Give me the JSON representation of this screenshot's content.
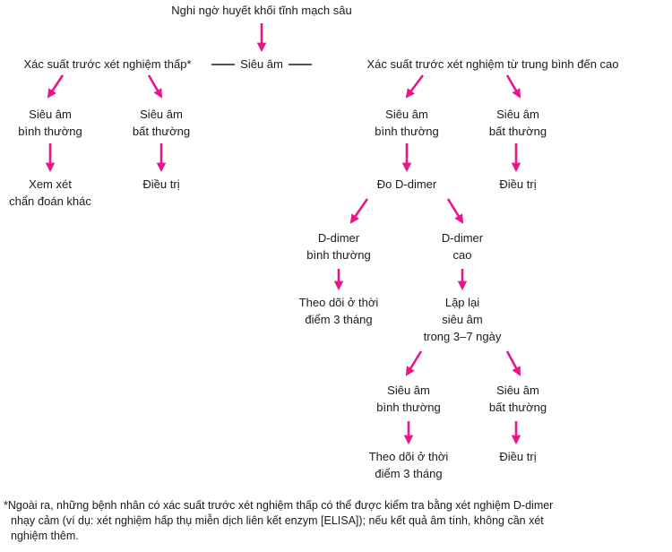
{
  "colors": {
    "arrow": "#e8168b",
    "text": "#1a1a1a",
    "connector": "#1a1a1a"
  },
  "top": {
    "suspect": "Nghi ngờ huyết khối tĩnh mạch sâu",
    "ultrasound": "Siêu âm"
  },
  "left_branch": {
    "header": "Xác suất trước xét nghiệm thấp*",
    "normal": [
      "Siêu âm",
      "bình thường"
    ],
    "abnormal": [
      "Siêu âm",
      "bất thường"
    ],
    "normal_next": [
      "Xem xét",
      "chẩn đoán khác"
    ],
    "abnormal_next": "Điều trị"
  },
  "right_branch": {
    "header": "Xác suất trước xét nghiệm từ trung bình đến cao",
    "normal": [
      "Siêu âm",
      "bình thường"
    ],
    "abnormal": [
      "Siêu âm",
      "bất thường"
    ],
    "abnormal_next": "Điều trị",
    "ddimer": "Đo D-dimer",
    "ddimer_normal": [
      "D-dimer",
      "bình thường"
    ],
    "ddimer_high": [
      "D-dimer",
      "cao"
    ],
    "followup": [
      "Theo dõi ở thời",
      "điểm 3 tháng"
    ],
    "repeat": [
      "Lặp lại",
      "siêu âm",
      "trong 3–7 ngày"
    ],
    "repeat_normal": [
      "Siêu âm",
      "bình thường"
    ],
    "repeat_abnormal": [
      "Siêu âm",
      "bất thường"
    ],
    "repeat_followup": [
      "Theo dõi ở thời",
      "điểm 3 tháng"
    ],
    "repeat_treat": "Điều trị"
  },
  "footnote": {
    "lines": [
      "*Ngoài ra, những bệnh nhân có xác suất trước xét nghiệm thấp có thể được kiểm tra bằng xét nghiệm D-dimer",
      "nhạy cảm (ví dụ: xét nghiệm hấp thụ miễn dịch liên kết enzym [ELISA]); nếu kết quả âm tính, không cần xét",
      "nghiệm thêm."
    ]
  }
}
